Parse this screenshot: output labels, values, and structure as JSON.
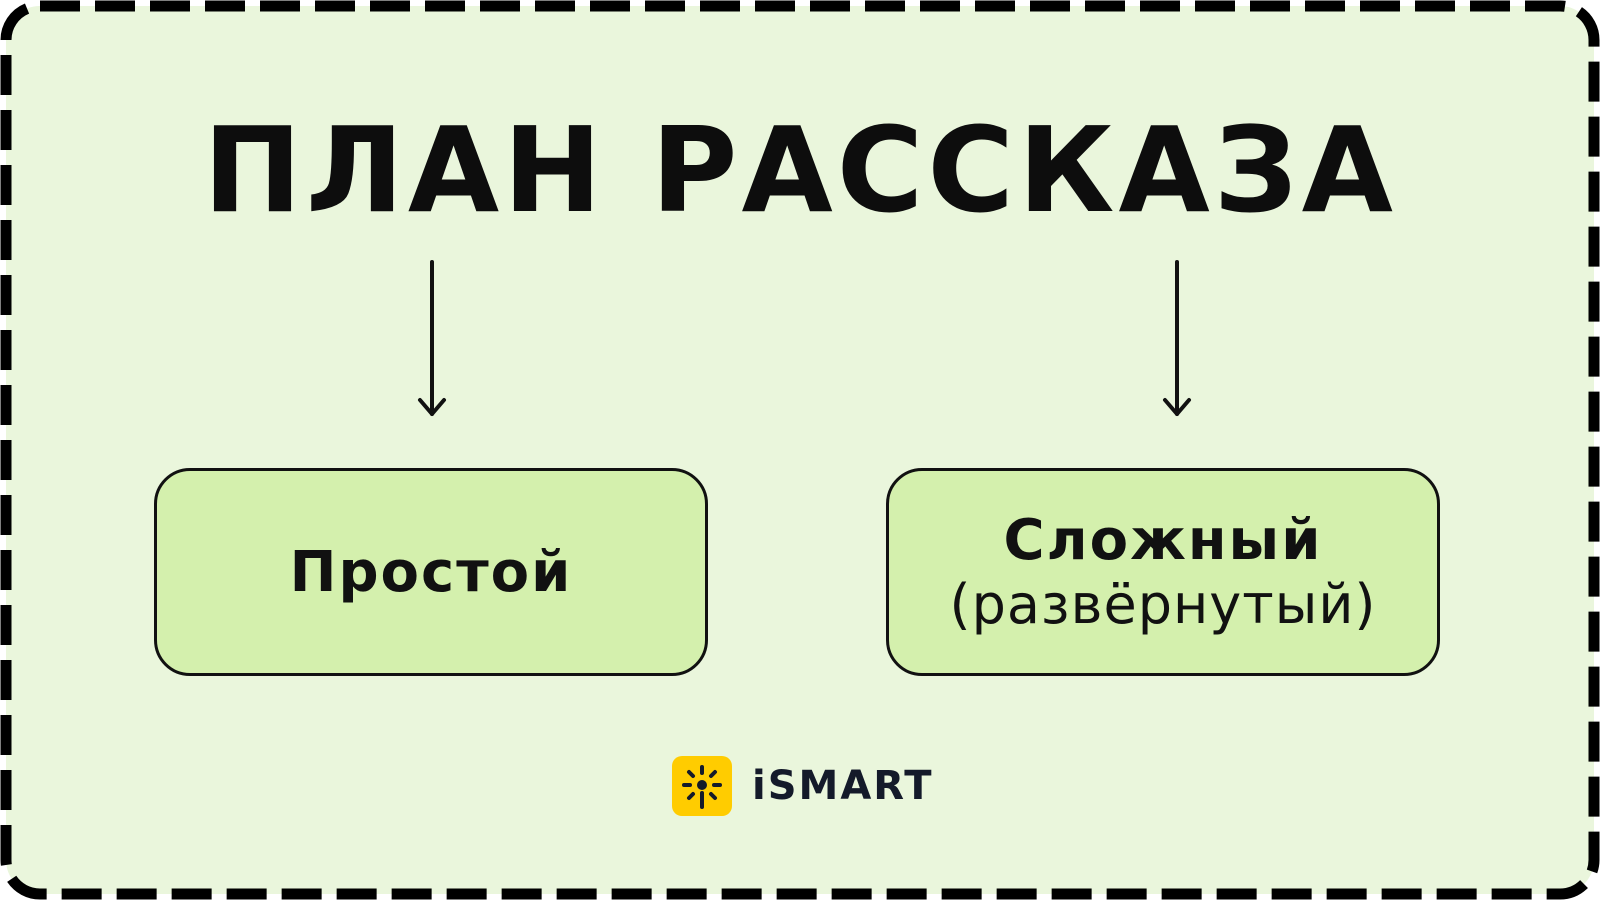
{
  "title": "ПЛАН РАССКАЗА",
  "boxes": [
    {
      "label": "Простой"
    },
    {
      "label": "Сложный",
      "sublabel": "(развёрнутый)"
    }
  ],
  "logo": {
    "text": "iSMART"
  },
  "colors": {
    "background": "#eaf6dc",
    "box": "#d4f0ad",
    "logo": "#ffcc00",
    "ink": "#0d0d0d"
  }
}
